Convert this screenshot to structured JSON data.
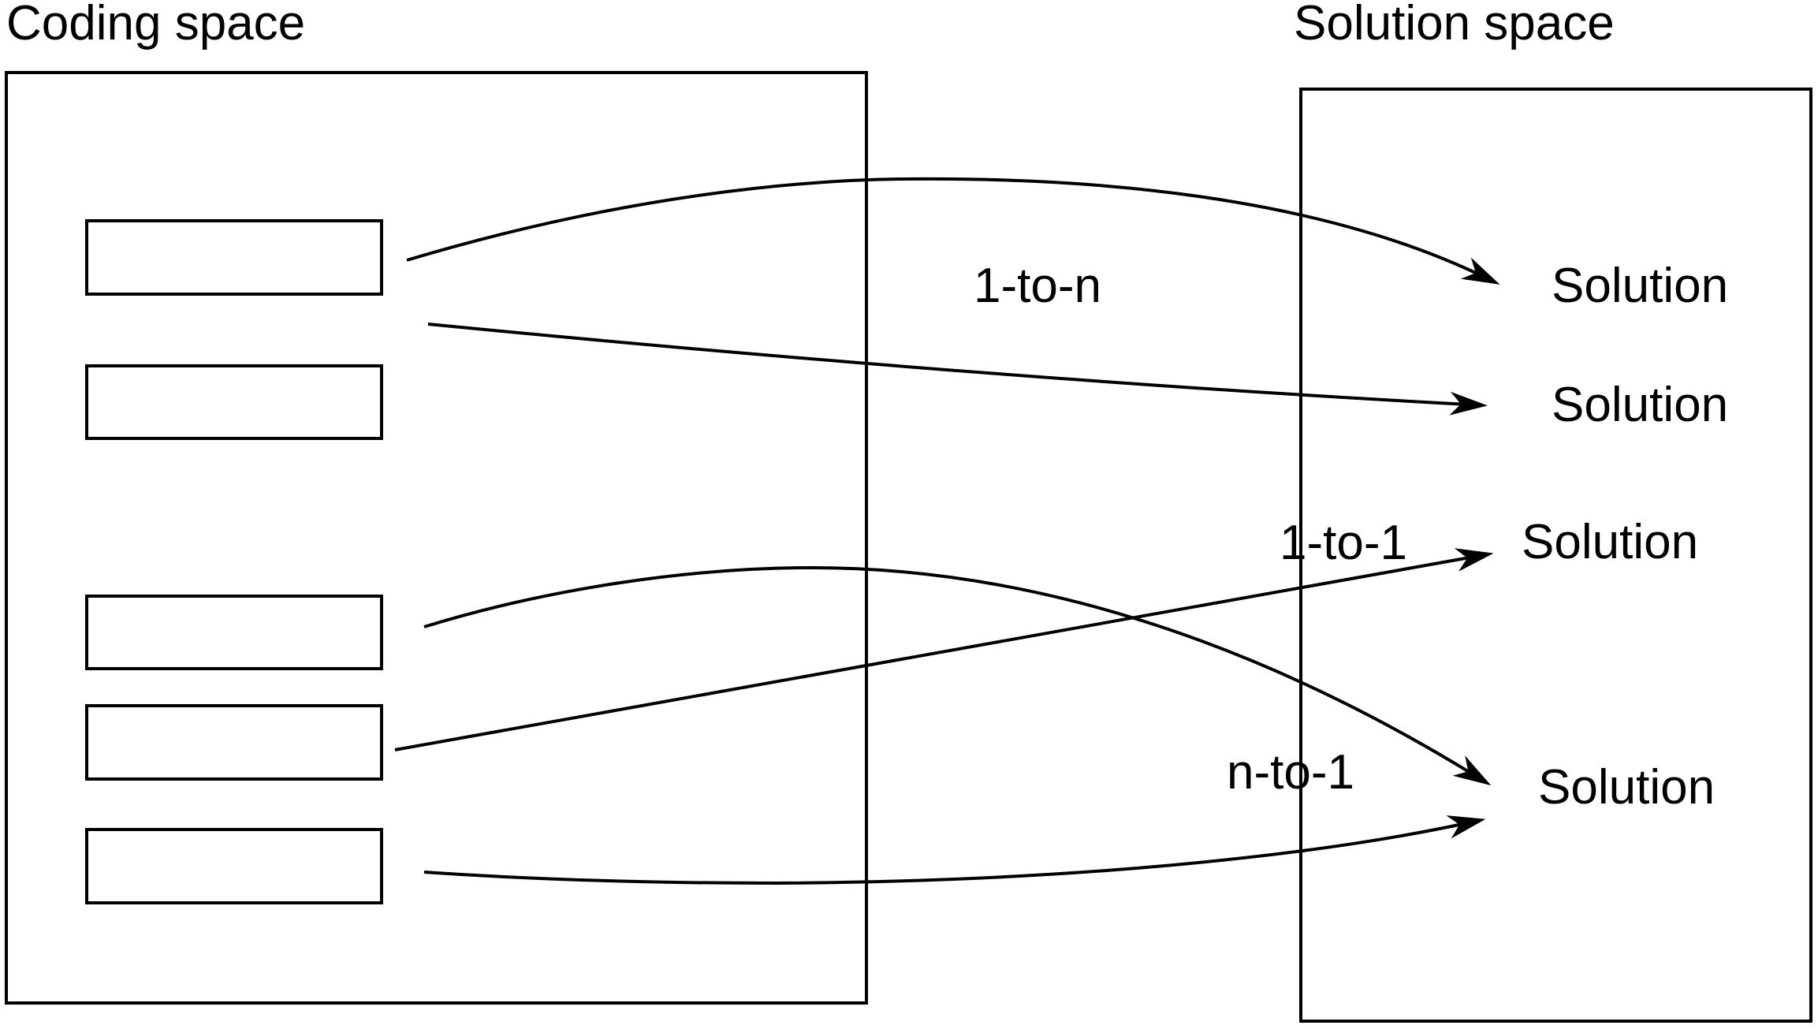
{
  "coding_space": {
    "title": "Coding space",
    "codes": [
      "",
      "",
      "",
      "",
      ""
    ]
  },
  "solution_space": {
    "title": "Solution space",
    "solutions": [
      "Solution",
      "Solution",
      "Solution",
      "Solution"
    ]
  },
  "mappings": [
    {
      "label": "1-to-n"
    },
    {
      "label": "1-to-1"
    },
    {
      "label": "n-to-1"
    }
  ],
  "colors": {
    "stroke": "#000000",
    "background": "#ffffff"
  }
}
